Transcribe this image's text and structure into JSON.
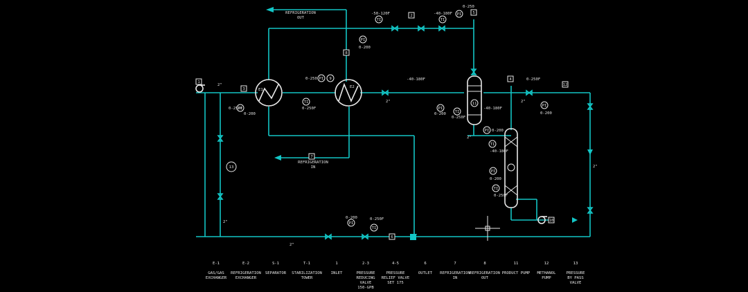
{
  "diagram": {
    "labels": {
      "refrigeration_out": [
        "REFRIGERATION",
        "OUT"
      ],
      "refrigeration_in": [
        "REFRIGERATION",
        "IN"
      ],
      "e1": "E1",
      "e2": "E2",
      "range_0_200": "0-200",
      "range_0_250": "0-250",
      "range_0_250f": "0-250F",
      "range_m50_120f": "-50-120F",
      "range_m40_180f": "-40-180F",
      "range_m40_180f_b": "-40-180F",
      "pipe_2in": "2\""
    },
    "instruments": {
      "ti": "TI",
      "pi": "PI"
    },
    "line_tags": [
      "1",
      "2",
      "3",
      "4",
      "5",
      "6",
      "7",
      "8",
      "9",
      "10",
      "11",
      "12",
      "13"
    ]
  },
  "legend": [
    {
      "code": "E-1",
      "desc": [
        "GAS/GAS",
        "EXCHANGER"
      ]
    },
    {
      "code": "E-2",
      "desc": [
        "REFRIGERATION",
        "EXCHANGER"
      ]
    },
    {
      "code": "S-1",
      "desc": [
        "SEPARATOR"
      ]
    },
    {
      "code": "T-1",
      "desc": [
        "STABILIZATION",
        "TOWER"
      ]
    },
    {
      "code": "1",
      "desc": [
        "INLET"
      ]
    },
    {
      "code": "2-3",
      "desc": [
        "PRESSURE",
        "REDUCING",
        "VALVE",
        "150-GPB"
      ]
    },
    {
      "code": "4-5",
      "desc": [
        "PRESSURE",
        "RELIEF VALVE",
        "SET 175"
      ]
    },
    {
      "code": "6",
      "desc": [
        "OUTLET"
      ]
    },
    {
      "code": "7",
      "desc": [
        "REFRIGERATION",
        "IN"
      ]
    },
    {
      "code": "8",
      "desc": [
        "REFRIGERATION",
        "OUT"
      ]
    },
    {
      "code": "11",
      "desc": [
        "PRODUCT PUMP"
      ]
    },
    {
      "code": "12",
      "desc": [
        "METHANOL",
        "PUMP"
      ]
    },
    {
      "code": "13",
      "desc": [
        "PRESSURE",
        "BY PASS",
        "VALVE"
      ]
    }
  ]
}
